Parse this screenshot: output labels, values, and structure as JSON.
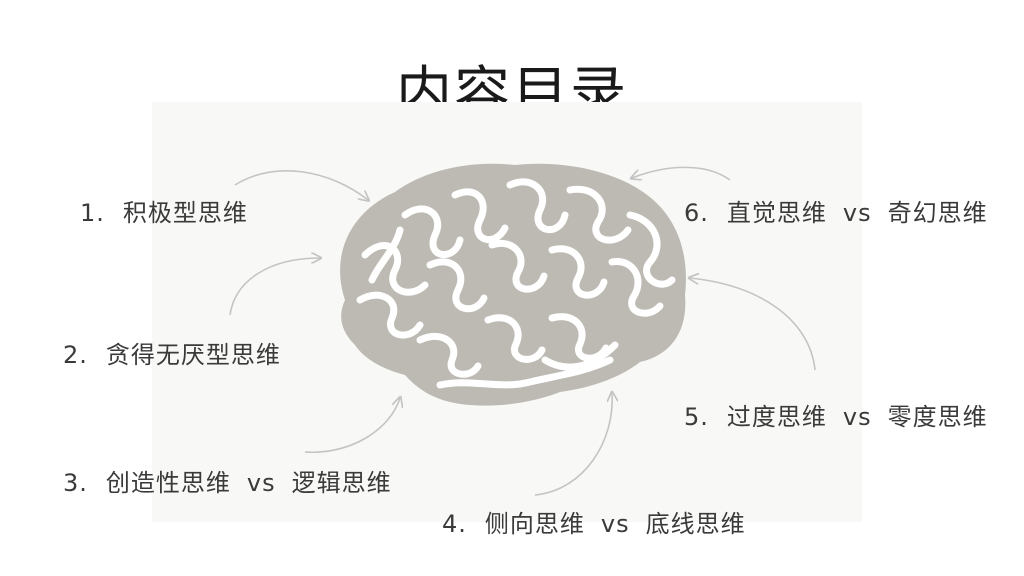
{
  "page": {
    "title": "内容目录"
  },
  "items": [
    {
      "num": "1.",
      "text": "积极型思维"
    },
    {
      "num": "2.",
      "text": "贪得无厌型思维"
    },
    {
      "num": "3.",
      "text_a": "创造性思维",
      "vs": "vs",
      "text_b": "逻辑思维"
    },
    {
      "num": "4.",
      "text_a": "侧向思维",
      "vs": "vs",
      "text_b": "底线思维"
    },
    {
      "num": "5.",
      "text_a": "过度思维",
      "vs": "vs",
      "text_b": "零度思维"
    },
    {
      "num": "6.",
      "text_a": "直觉思维",
      "vs": "vs",
      "text_b": "奇幻思维"
    }
  ],
  "colors": {
    "brain_fill": "#bdbab4",
    "brain_folds": "#ffffff",
    "arrow": "#c4c4c4",
    "text": "#3a3a3a"
  }
}
